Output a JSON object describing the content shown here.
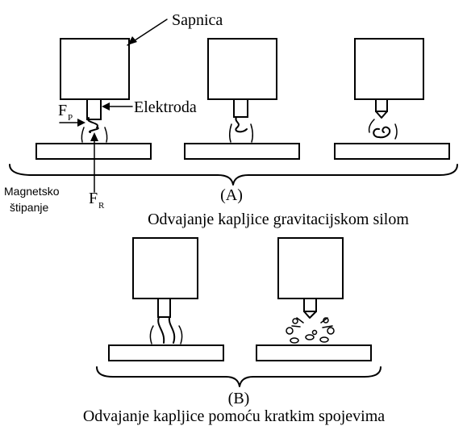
{
  "labels": {
    "nozzle": "Sapnica",
    "electrode": "Elektroda",
    "force_p_symbol": "F",
    "force_p_sub": "P",
    "force_r_symbol": "F",
    "force_r_sub": "R",
    "pinch_line1": "Magnetsko",
    "pinch_line2": "štipanje"
  },
  "section_a": {
    "marker": "(A)",
    "caption": "Odvajanje kapljice gravitacijskom silom"
  },
  "section_b": {
    "marker": "(B)",
    "caption": "Odvajanje kapljice pomoću kratkim spojevima"
  }
}
